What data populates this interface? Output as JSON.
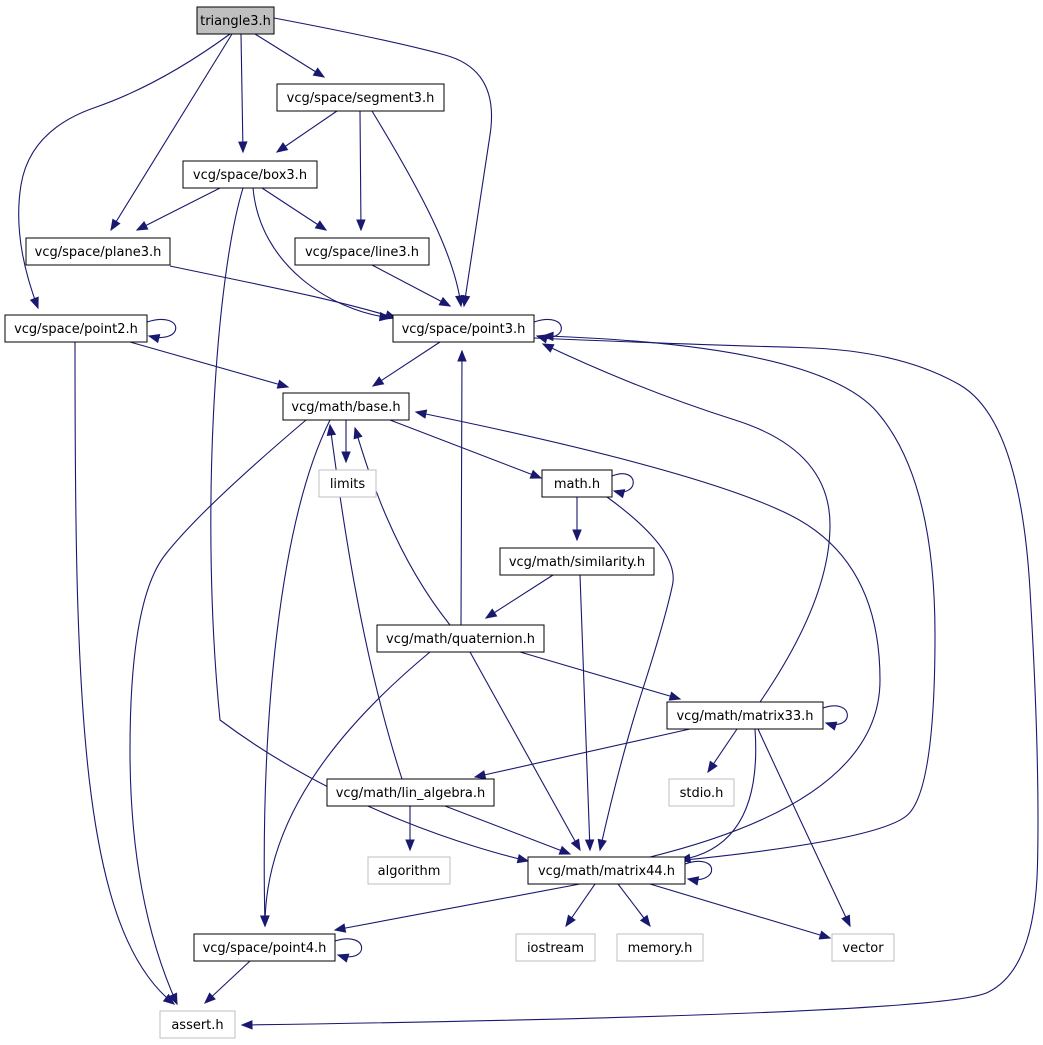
{
  "colors": {
    "edge": "#191970",
    "node_border": "#000000",
    "external_border": "#bfbfbf",
    "current_fill": "#bfbfbf",
    "text": "#000000",
    "background": "#ffffff"
  },
  "nodes": [
    {
      "id": "triangle3",
      "label": "triangle3.h",
      "kind": "current"
    },
    {
      "id": "segment3",
      "label": "vcg/space/segment3.h",
      "kind": "file"
    },
    {
      "id": "box3",
      "label": "vcg/space/box3.h",
      "kind": "file"
    },
    {
      "id": "plane3",
      "label": "vcg/space/plane3.h",
      "kind": "file"
    },
    {
      "id": "line3",
      "label": "vcg/space/line3.h",
      "kind": "file"
    },
    {
      "id": "point2",
      "label": "vcg/space/point2.h",
      "kind": "file"
    },
    {
      "id": "point3",
      "label": "vcg/space/point3.h",
      "kind": "file"
    },
    {
      "id": "base",
      "label": "vcg/math/base.h",
      "kind": "file"
    },
    {
      "id": "limits",
      "label": "limits",
      "kind": "external"
    },
    {
      "id": "math",
      "label": "math.h",
      "kind": "file"
    },
    {
      "id": "similarity",
      "label": "vcg/math/similarity.h",
      "kind": "file"
    },
    {
      "id": "quaternion",
      "label": "vcg/math/quaternion.h",
      "kind": "file"
    },
    {
      "id": "matrix33",
      "label": "vcg/math/matrix33.h",
      "kind": "file"
    },
    {
      "id": "lin_algebra",
      "label": "vcg/math/lin_algebra.h",
      "kind": "file"
    },
    {
      "id": "stdio",
      "label": "stdio.h",
      "kind": "external"
    },
    {
      "id": "algorithm",
      "label": "algorithm",
      "kind": "external"
    },
    {
      "id": "matrix44",
      "label": "vcg/math/matrix44.h",
      "kind": "file"
    },
    {
      "id": "point4",
      "label": "vcg/space/point4.h",
      "kind": "file"
    },
    {
      "id": "iostream",
      "label": "iostream",
      "kind": "external"
    },
    {
      "id": "memory",
      "label": "memory.h",
      "kind": "external"
    },
    {
      "id": "vector",
      "label": "vector",
      "kind": "external"
    },
    {
      "id": "assert",
      "label": "assert.h",
      "kind": "external"
    }
  ],
  "edges": [
    {
      "from": "triangle3",
      "to": "segment3"
    },
    {
      "from": "triangle3",
      "to": "box3"
    },
    {
      "from": "triangle3",
      "to": "plane3"
    },
    {
      "from": "triangle3",
      "to": "point2"
    },
    {
      "from": "triangle3",
      "to": "point3"
    },
    {
      "from": "segment3",
      "to": "box3"
    },
    {
      "from": "segment3",
      "to": "line3"
    },
    {
      "from": "segment3",
      "to": "point3"
    },
    {
      "from": "box3",
      "to": "plane3"
    },
    {
      "from": "box3",
      "to": "line3"
    },
    {
      "from": "box3",
      "to": "point3"
    },
    {
      "from": "box3",
      "to": "matrix44"
    },
    {
      "from": "plane3",
      "to": "point3"
    },
    {
      "from": "line3",
      "to": "point3"
    },
    {
      "from": "point2",
      "to": "point2"
    },
    {
      "from": "point2",
      "to": "base"
    },
    {
      "from": "point2",
      "to": "assert"
    },
    {
      "from": "point3",
      "to": "point3"
    },
    {
      "from": "point3",
      "to": "base"
    },
    {
      "from": "point3",
      "to": "assert"
    },
    {
      "from": "base",
      "to": "limits"
    },
    {
      "from": "base",
      "to": "math"
    },
    {
      "from": "base",
      "to": "point4"
    },
    {
      "from": "base",
      "to": "assert"
    },
    {
      "from": "math",
      "to": "math"
    },
    {
      "from": "math",
      "to": "similarity"
    },
    {
      "from": "math",
      "to": "matrix44"
    },
    {
      "from": "similarity",
      "to": "quaternion"
    },
    {
      "from": "similarity",
      "to": "matrix44"
    },
    {
      "from": "quaternion",
      "to": "point3"
    },
    {
      "from": "quaternion",
      "to": "base"
    },
    {
      "from": "quaternion",
      "to": "matrix33"
    },
    {
      "from": "quaternion",
      "to": "matrix44"
    },
    {
      "from": "quaternion",
      "to": "point4"
    },
    {
      "from": "matrix33",
      "to": "matrix33"
    },
    {
      "from": "matrix33",
      "to": "point3"
    },
    {
      "from": "matrix33",
      "to": "lin_algebra"
    },
    {
      "from": "matrix33",
      "to": "stdio"
    },
    {
      "from": "matrix33",
      "to": "matrix44"
    },
    {
      "from": "matrix33",
      "to": "vector"
    },
    {
      "from": "lin_algebra",
      "to": "base"
    },
    {
      "from": "lin_algebra",
      "to": "algorithm"
    },
    {
      "from": "lin_algebra",
      "to": "matrix44"
    },
    {
      "from": "matrix44",
      "to": "matrix44"
    },
    {
      "from": "matrix44",
      "to": "point3"
    },
    {
      "from": "matrix44",
      "to": "base"
    },
    {
      "from": "matrix44",
      "to": "point4"
    },
    {
      "from": "matrix44",
      "to": "iostream"
    },
    {
      "from": "matrix44",
      "to": "memory"
    },
    {
      "from": "matrix44",
      "to": "vector"
    },
    {
      "from": "point4",
      "to": "point4"
    },
    {
      "from": "point4",
      "to": "assert"
    }
  ]
}
